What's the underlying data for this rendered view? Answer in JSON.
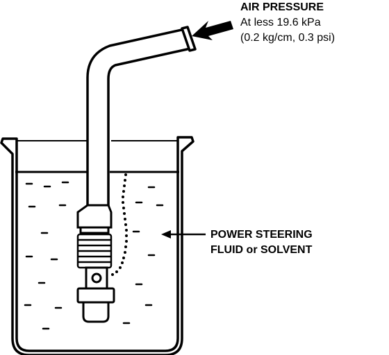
{
  "labels": {
    "air_pressure": {
      "title": "AIR PRESSURE",
      "line1": "At less 19.6 kPa",
      "line2": "(0.2 kg/cm, 0.3 psi)"
    },
    "fluid": {
      "line1": "POWER STEERING",
      "line2": "FLUID or SOLVENT"
    }
  },
  "colors": {
    "ink": "#000000",
    "paper": "#ffffff"
  }
}
